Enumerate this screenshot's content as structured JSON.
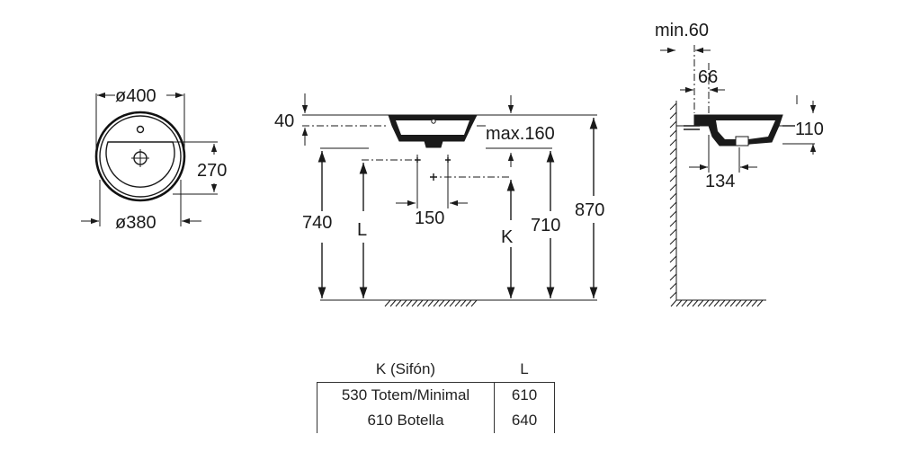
{
  "plan_view": {
    "outer_diameter": "ø400",
    "inner_diameter": "ø380",
    "depth": "270"
  },
  "front_view": {
    "rim_height": "40",
    "max_thickness": "max.160",
    "height_740": "740",
    "height_710": "710",
    "height_870": "870",
    "trap_spacing": "150",
    "label_L": "L",
    "label_K": "K"
  },
  "side_view": {
    "min_wall": "min.60",
    "offset": "66",
    "rim_right": "110",
    "waste_offset": "134"
  },
  "table": {
    "headers": [
      "K (Sifón)",
      "L"
    ],
    "rows": [
      [
        "530 Totem/Minimal",
        "610"
      ],
      [
        "610 Botella",
        "640"
      ]
    ]
  }
}
